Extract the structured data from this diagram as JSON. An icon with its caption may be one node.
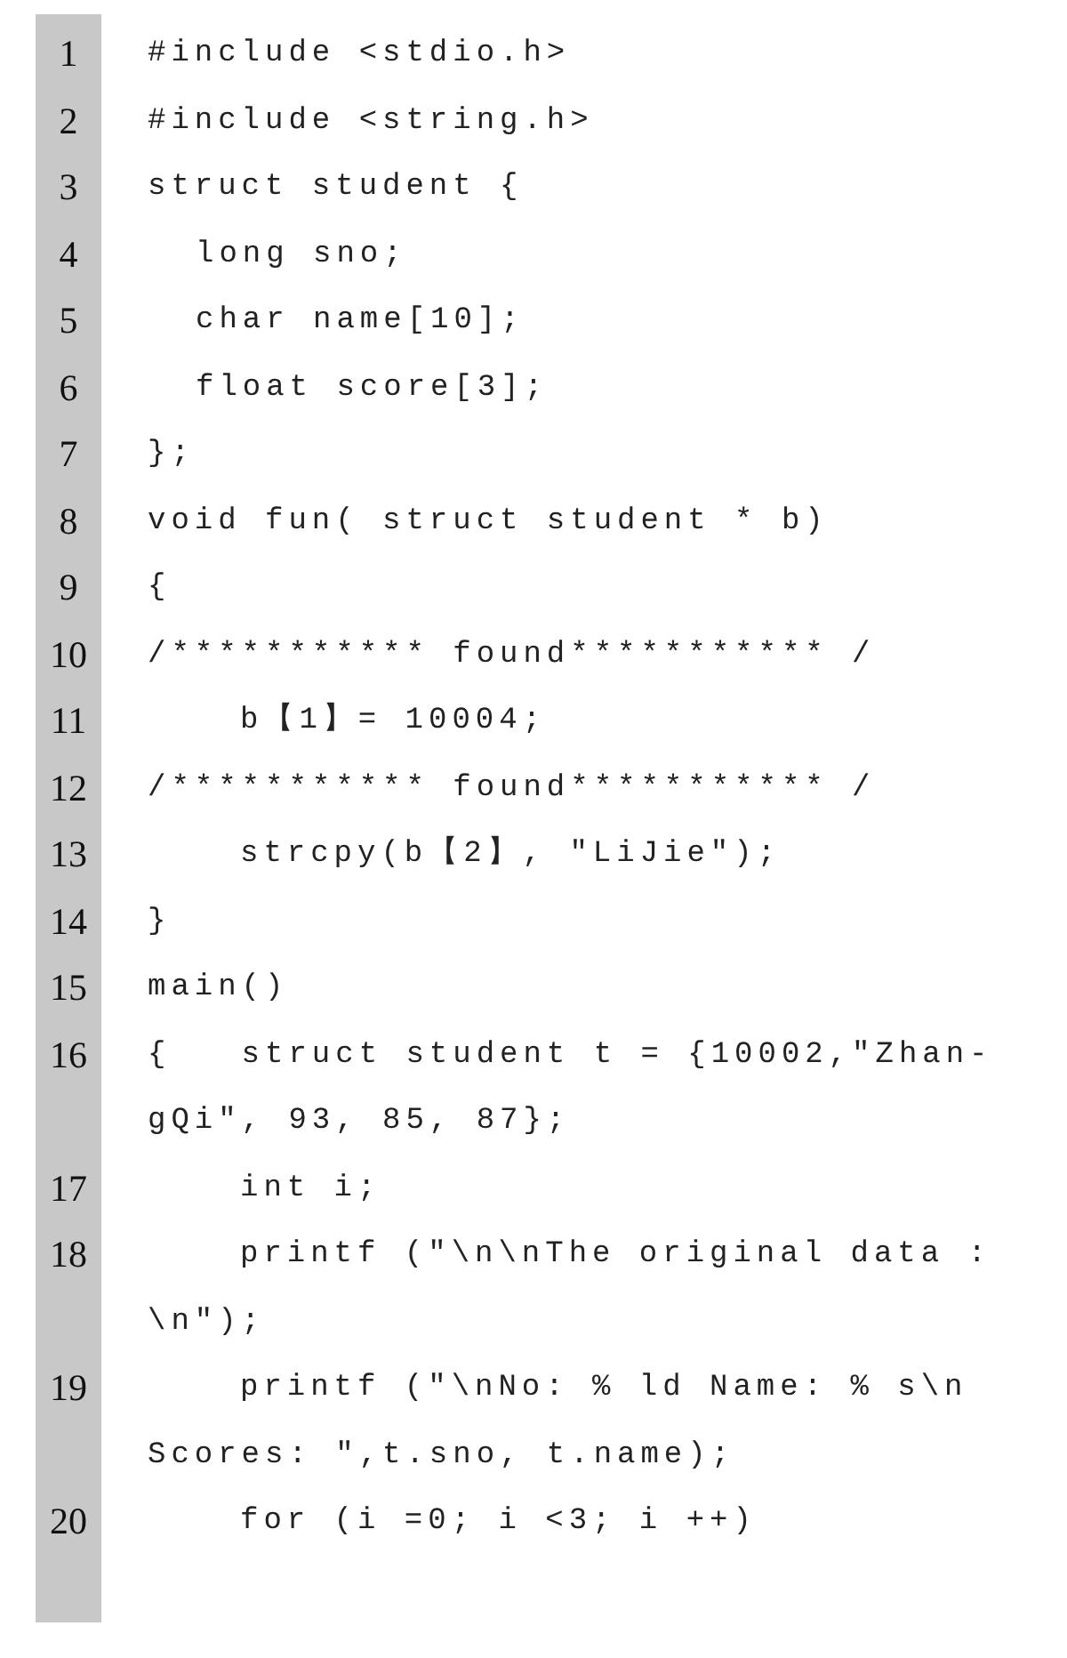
{
  "diagram": {
    "labels": [
      "1",
      "#include <stdio.h>",
      "2",
      "#include <string.h>",
      "3",
      "struct student {",
      "4",
      "long sno;",
      "5",
      "char name[10];",
      "6",
      "float score[3];",
      "7",
      "};",
      "8",
      "void fun( struct student * b)",
      "9",
      "{",
      "10",
      "/*********** found*********** /",
      "11",
      "b【1】= 10004;",
      "12",
      "/*********** found*********** /",
      "13",
      "strcpy(b【2】, \"LiJie\");",
      "14",
      "}",
      "15",
      "main()",
      "16",
      "{   struct student t = {10002,\"Zhan-gQi\", 93, 85, 87};",
      "17",
      "int i;",
      "18",
      "printf (\"\\n\\nThe original data : \\n\");",
      "19",
      "printf (\"\\nNo: % ld Name: % s\\n Scores: \",t.sno, t.name);",
      "20",
      "for (i =0; i <3; i ++)"
    ]
  }
}
